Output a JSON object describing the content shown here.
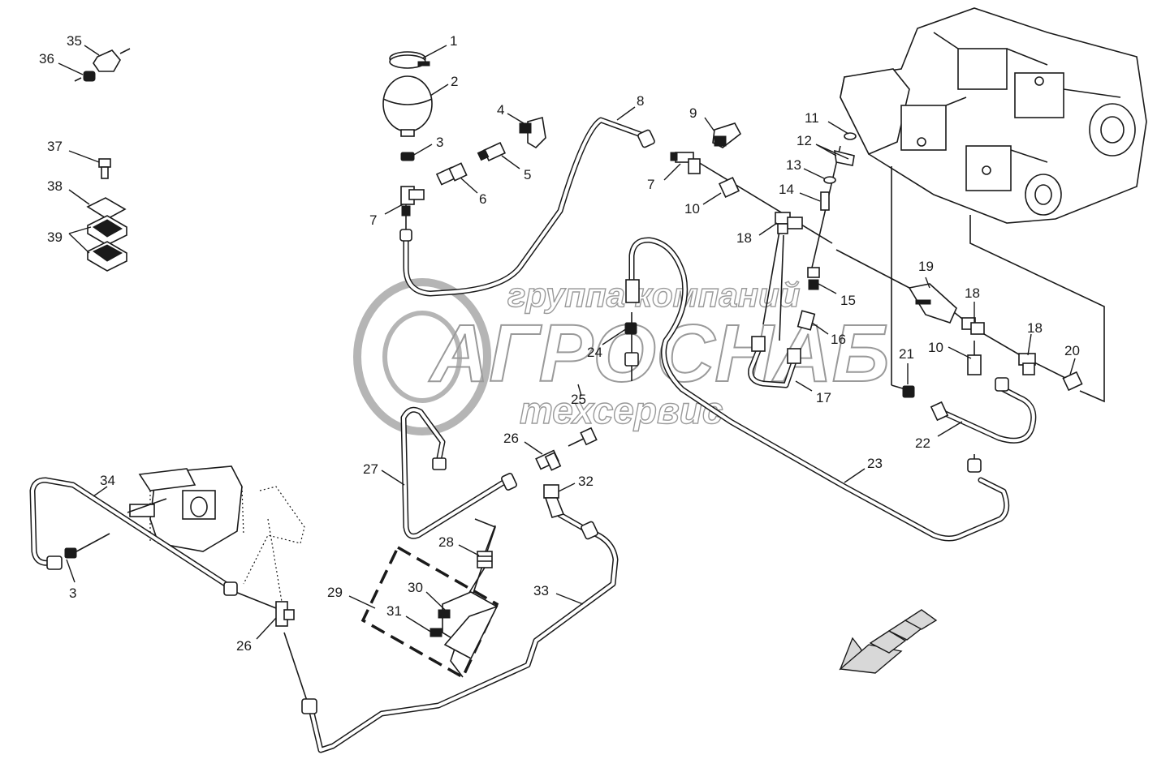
{
  "watermark": {
    "line1": "группа компаний",
    "line2": "АГРОСНАБ",
    "line3": "техсервис"
  },
  "callouts": [
    {
      "id": "c1",
      "text": "1"
    },
    {
      "id": "c2",
      "text": "2"
    },
    {
      "id": "c3a",
      "text": "3"
    },
    {
      "id": "c3b",
      "text": "3"
    },
    {
      "id": "c4",
      "text": "4"
    },
    {
      "id": "c5",
      "text": "5"
    },
    {
      "id": "c6",
      "text": "6"
    },
    {
      "id": "c7a",
      "text": "7"
    },
    {
      "id": "c7b",
      "text": "7"
    },
    {
      "id": "c8",
      "text": "8"
    },
    {
      "id": "c9",
      "text": "9"
    },
    {
      "id": "c10a",
      "text": "10"
    },
    {
      "id": "c10b",
      "text": "10"
    },
    {
      "id": "c11",
      "text": "11"
    },
    {
      "id": "c12",
      "text": "12"
    },
    {
      "id": "c13",
      "text": "13"
    },
    {
      "id": "c14",
      "text": "14"
    },
    {
      "id": "c15",
      "text": "15"
    },
    {
      "id": "c16",
      "text": "16"
    },
    {
      "id": "c17",
      "text": "17"
    },
    {
      "id": "c18a",
      "text": "18"
    },
    {
      "id": "c18b",
      "text": "18"
    },
    {
      "id": "c18c",
      "text": "18"
    },
    {
      "id": "c19",
      "text": "19"
    },
    {
      "id": "c20",
      "text": "20"
    },
    {
      "id": "c21",
      "text": "21"
    },
    {
      "id": "c22",
      "text": "22"
    },
    {
      "id": "c23",
      "text": "23"
    },
    {
      "id": "c24",
      "text": "24"
    },
    {
      "id": "c25",
      "text": "25"
    },
    {
      "id": "c26a",
      "text": "26"
    },
    {
      "id": "c26b",
      "text": "26"
    },
    {
      "id": "c27",
      "text": "27"
    },
    {
      "id": "c28",
      "text": "28"
    },
    {
      "id": "c29",
      "text": "29"
    },
    {
      "id": "c30",
      "text": "30"
    },
    {
      "id": "c31",
      "text": "31"
    },
    {
      "id": "c32",
      "text": "32"
    },
    {
      "id": "c33",
      "text": "33"
    },
    {
      "id": "c34",
      "text": "34"
    },
    {
      "id": "c35",
      "text": "35"
    },
    {
      "id": "c36",
      "text": "36"
    },
    {
      "id": "c37",
      "text": "37"
    },
    {
      "id": "c38",
      "text": "38"
    },
    {
      "id": "c39",
      "text": "39"
    }
  ]
}
